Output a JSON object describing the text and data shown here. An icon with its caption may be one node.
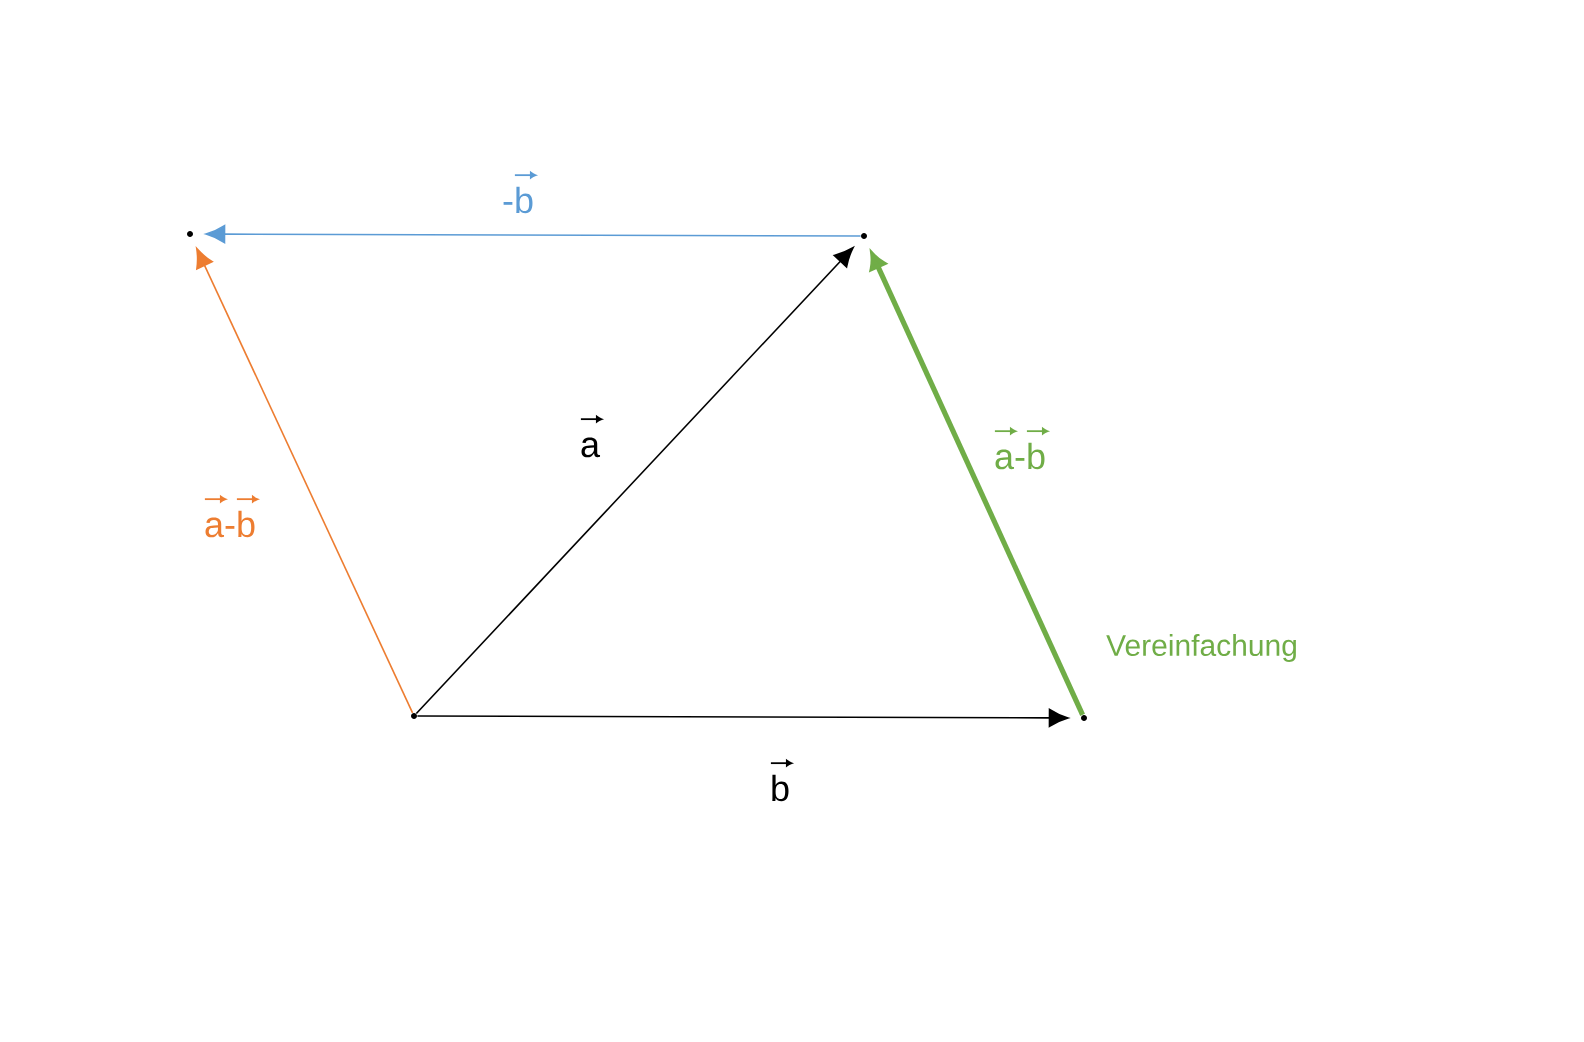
{
  "diagram": {
    "nodes": [
      {
        "text": [],
        "shape": "point"
      },
      {
        "text": [],
        "shape": "point"
      },
      {
        "text": [],
        "shape": "point"
      },
      {
        "text": [],
        "shape": "point"
      }
    ],
    "edges": [
      {
        "from": 0,
        "to": 1,
        "arrow": "to",
        "label": "a"
      },
      {
        "from": 0,
        "to": 2,
        "arrow": "to",
        "label": "b"
      },
      {
        "from": 1,
        "to": 3,
        "arrow": "to",
        "label": "-b",
        "color": "#5b9bd5"
      },
      {
        "from": 0,
        "to": 3,
        "arrow": "to",
        "label": "a-b",
        "color": "#ed7d31"
      },
      {
        "from": 2,
        "to": 1,
        "arrow": "to",
        "label": "a-b",
        "color": "#70ad47",
        "style": "thick"
      }
    ],
    "labels": [
      "Vereinfachung"
    ]
  }
}
